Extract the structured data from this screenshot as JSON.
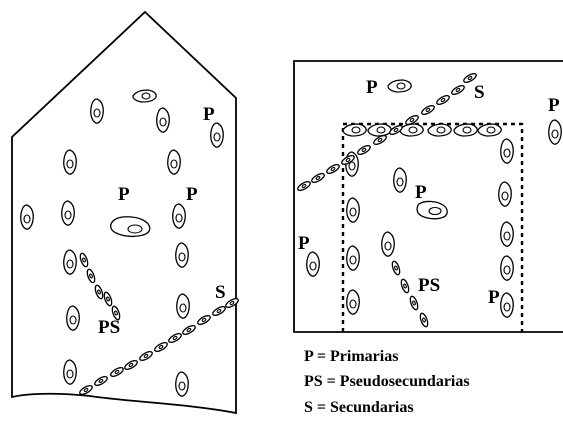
{
  "diagram": {
    "left_panel": {
      "labels": [
        "P",
        "P",
        "P",
        "S",
        "PS"
      ]
    },
    "right_panel": {
      "labels": [
        "P",
        "S",
        "P",
        "P",
        "P",
        "PS",
        "P"
      ]
    },
    "legend": [
      {
        "text": "P = Primarias"
      },
      {
        "text": "PS = Pseudosecundarias"
      },
      {
        "text": "S = Secundarias"
      }
    ]
  }
}
